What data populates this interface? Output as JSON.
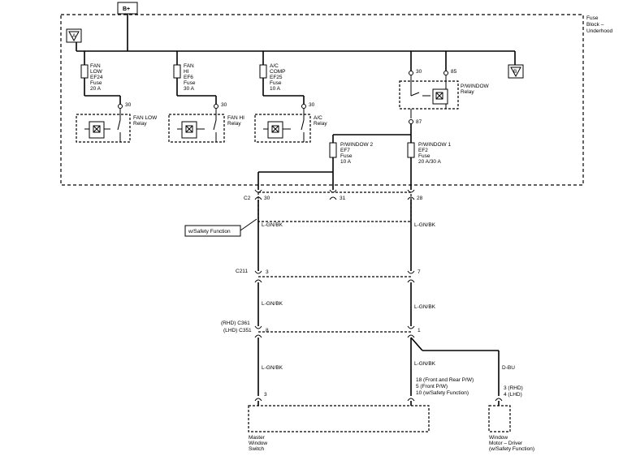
{
  "top": {
    "battery": "B+",
    "fuse_block": [
      "Fuse",
      "Block –",
      "Underhood"
    ],
    "marker_a": "A",
    "marker_b": "B"
  },
  "fuses": [
    {
      "lines": [
        "FAN",
        "LOW",
        "EF24",
        "Fuse",
        "20 A"
      ]
    },
    {
      "lines": [
        "FAN",
        "HI",
        "EF6",
        "Fuse",
        "30 A"
      ]
    },
    {
      "lines": [
        "A/C",
        "COMP",
        "EF25",
        "Fuse",
        "10 A"
      ]
    }
  ],
  "relays": [
    {
      "pin": "30",
      "label": [
        "FAN LOW",
        "Relay"
      ]
    },
    {
      "pin": "30",
      "label": [
        "FAN HI",
        "Relay"
      ]
    },
    {
      "pin": "30",
      "label": [
        "A/C",
        "Relay"
      ]
    }
  ],
  "pwindow_relay": {
    "pin_in": "30",
    "pin_coil": "85",
    "pin_out": "87",
    "label": [
      "P/WINDOW",
      "Relay"
    ]
  },
  "pw_fuses": [
    {
      "lines": [
        "P/WINDOW 2",
        "EF7",
        "Fuse",
        "10 A"
      ]
    },
    {
      "lines": [
        "P/WINDOW 1",
        "EF2",
        "Fuse",
        "20 A/30 A"
      ]
    }
  ],
  "connectors": {
    "c2": {
      "name": "C2",
      "pins": [
        "30",
        "31",
        "28"
      ]
    },
    "c211": {
      "name": "C211",
      "pins": [
        "3",
        "7"
      ]
    },
    "c361": {
      "rhd": "(RHD) C361",
      "lhd": "(LHD) C351",
      "pins": [
        "8",
        "1"
      ]
    }
  },
  "safety_label": "w/Safety Function",
  "wires": {
    "lgnbk": "L-GN/BK",
    "dbu": "D-BU"
  },
  "bottom": {
    "master_pin": "3",
    "motor_pin_notes": [
      "18 (Front and Rear P/W)",
      "5 (Front P/W)",
      "10 (w/Safety Function)"
    ],
    "driver_pins": [
      "3 (RHD)",
      "4 (LHD)"
    ],
    "master_label": [
      "Master",
      "Window",
      "Switch"
    ],
    "driver_label": [
      "Window",
      "Motor – Driver",
      "(w/Safety Function)"
    ]
  }
}
